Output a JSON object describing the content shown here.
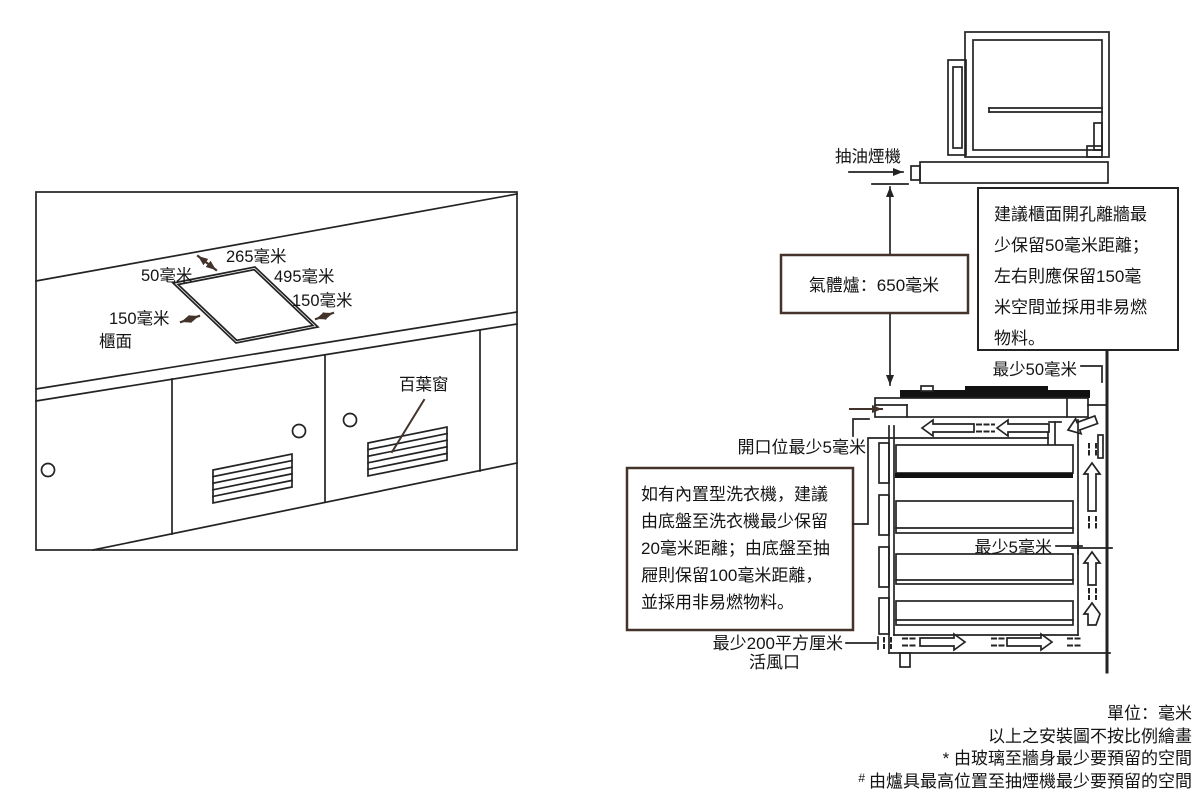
{
  "colors": {
    "line": "#232323",
    "accent_brown": "#43332a",
    "text": "#141414",
    "background": "#ffffff",
    "hob_fill": "#111111"
  },
  "left": {
    "dim_265": "265毫米",
    "dim_50": "50毫米",
    "dim_495": "495毫米",
    "dim_150_right": "150毫米",
    "dim_150_left": "150毫米",
    "counter": "櫃面",
    "louver": "百葉窗"
  },
  "right": {
    "hood": "抽油煙機",
    "gas_box": "氣體爐：650毫米",
    "min50": "最少50毫米",
    "opening5": "開口位最少5毫米",
    "min5": "最少5毫米",
    "vent_line1": "最少200平方厘米",
    "vent_line2": "活風口",
    "wall_note": {
      "l1": "建議櫃面開孔離牆最",
      "l2": "少保留50毫米距離；",
      "l3": "左右則應保留150毫",
      "l4": "米空間並採用非易燃",
      "l5": "物料。"
    },
    "washer_note": {
      "l1": "如有內置型洗衣機，建議",
      "l2": "由底盤至洗衣機最少保留",
      "l3": "20毫米距離；由底盤至抽",
      "l4": "屜則保留100毫米距離，",
      "l5": "並採用非易燃物料。"
    }
  },
  "footer": {
    "unit": "單位：毫米",
    "scale": "以上之安裝圖不按比例繪畫",
    "star": "* 由玻璃至牆身最少要預留的空間",
    "hash_mark": "#",
    "hash": "由爐具最高位置至抽煙機最少要預留的空間"
  }
}
